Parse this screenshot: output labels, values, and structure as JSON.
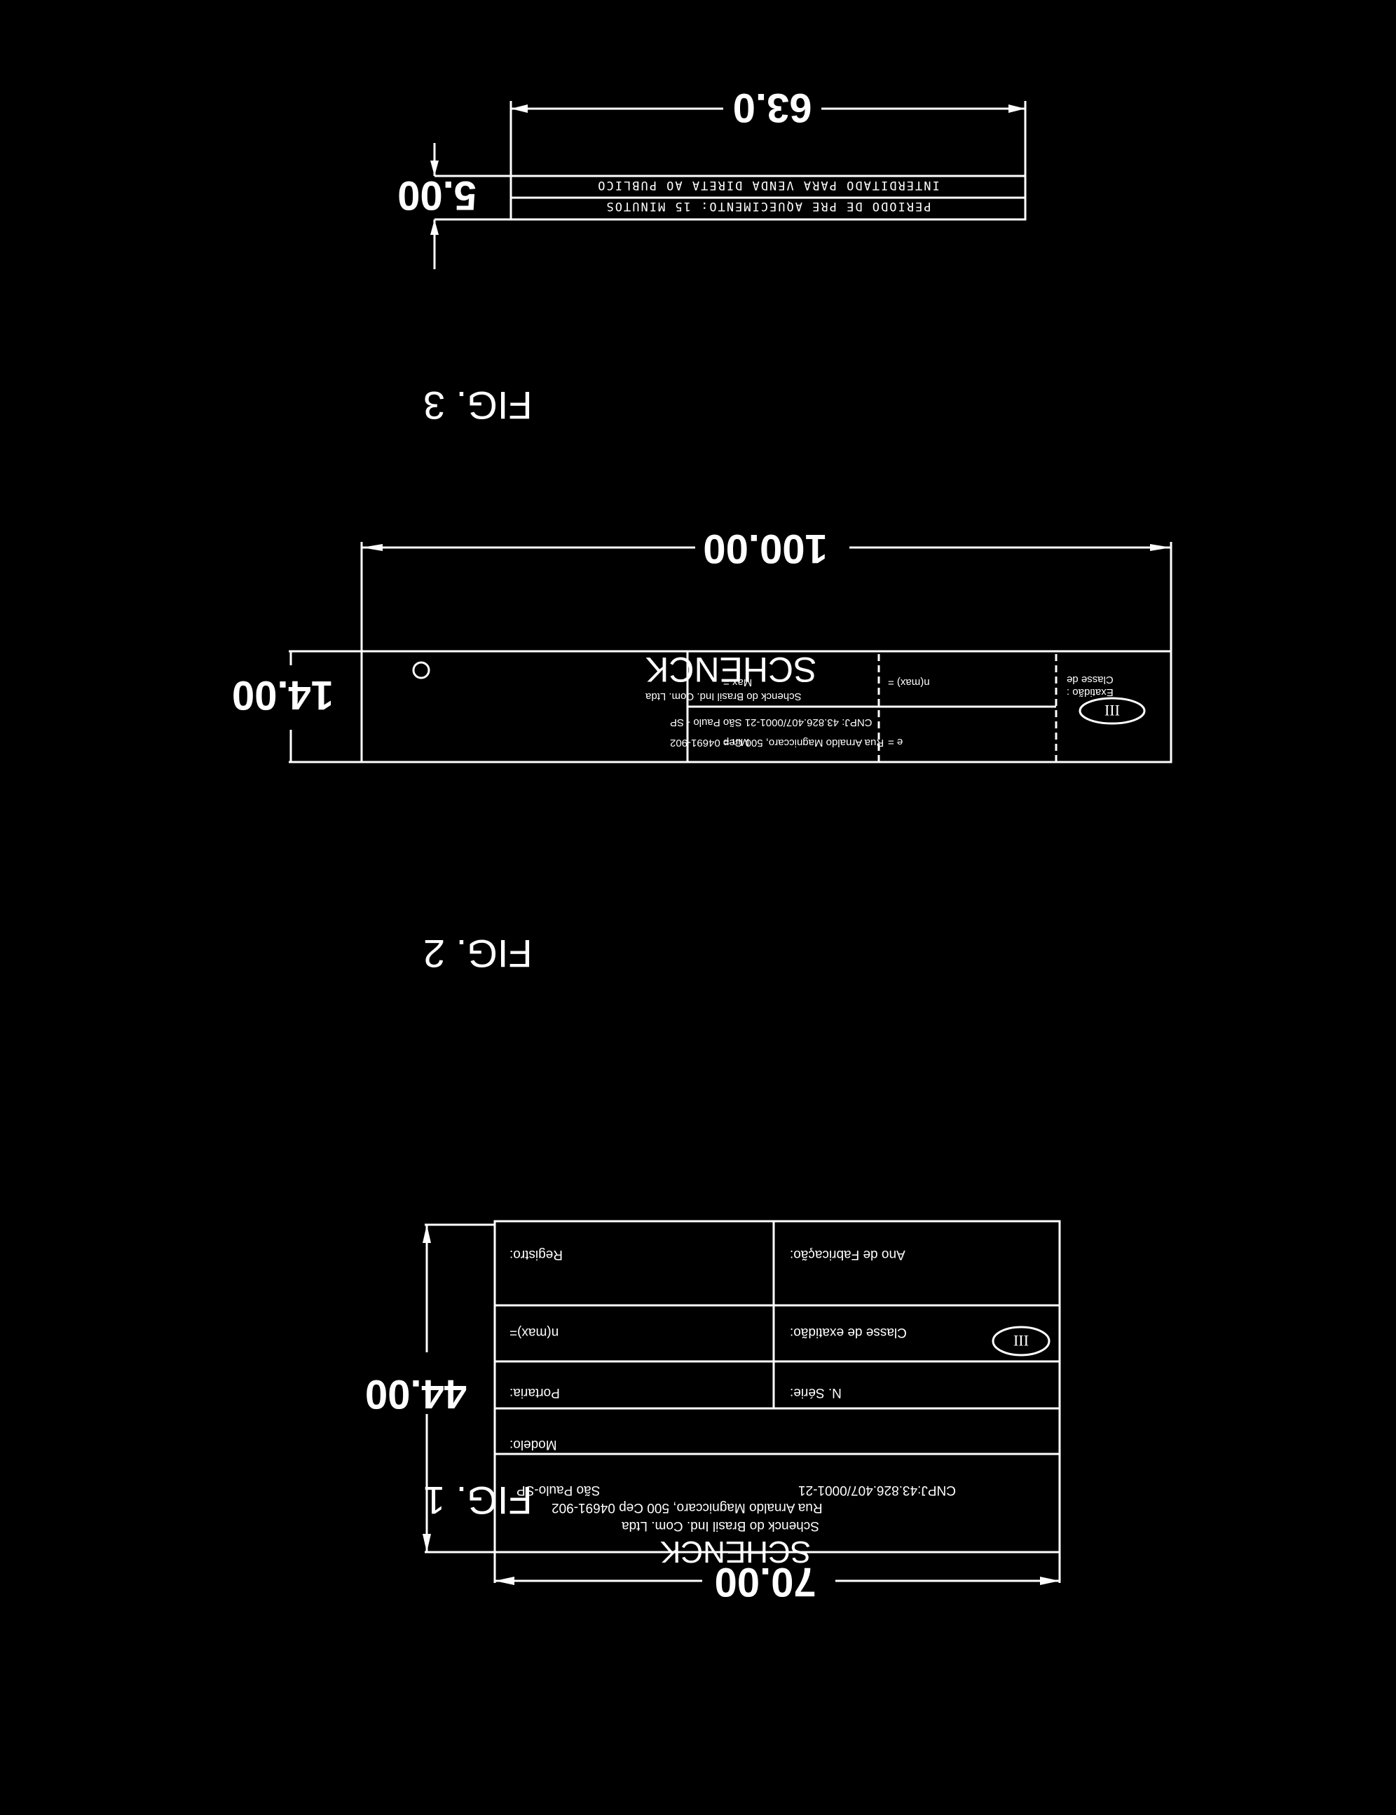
{
  "fig3": {
    "label": "FIG. 3",
    "height_dim": "5.00",
    "width_dim": "63.0",
    "line1": "PERIODO DE PRE AQUECIMENTO: 15 MINUTOS",
    "line2": "INTERDITADO PARA VENDA DIRETA AO PUBLICO"
  },
  "fig2": {
    "label": "FIG. 2",
    "height_dim": "14.00",
    "width_dim": "100.00",
    "logo_text": "SCHENCK",
    "company": "Schenck do Brasil Ind. Com. Ltda",
    "cnpj": "CNPJ: 43.826.407/0001-21 São Paulo - SP",
    "address": "Rua Arnaldo Magniccaro, 500 Cep 04691-902",
    "min_label": "Min =",
    "e_label": "e =",
    "max_label": "Max =",
    "nmax_label": "n(max) =",
    "class_label_1": "Classe de",
    "class_label_2": "Exatidão :",
    "class_value": "III"
  },
  "fig1": {
    "label": "FIG. 1",
    "height_dim": "44.00",
    "width_dim": "70.00",
    "registro": "Registro:",
    "ano": "Ano de Fabricação:",
    "nmax": "n(max)=",
    "classe": "Classe de exatidão:",
    "class_value": "III",
    "portaria": "Portaria:",
    "serie": "N. Série:",
    "modelo": "Modelo:",
    "addr_city": "São Paulo-SP",
    "addr_cnpj": "CNPJ:43.826.407/0001-21",
    "addr_street": "Rua Arnaldo Magniccaro, 500 Cep 04691-902",
    "company": "Schenck do Brasil Ind. Com. Ltda",
    "logo_text": "SCHENCK"
  }
}
